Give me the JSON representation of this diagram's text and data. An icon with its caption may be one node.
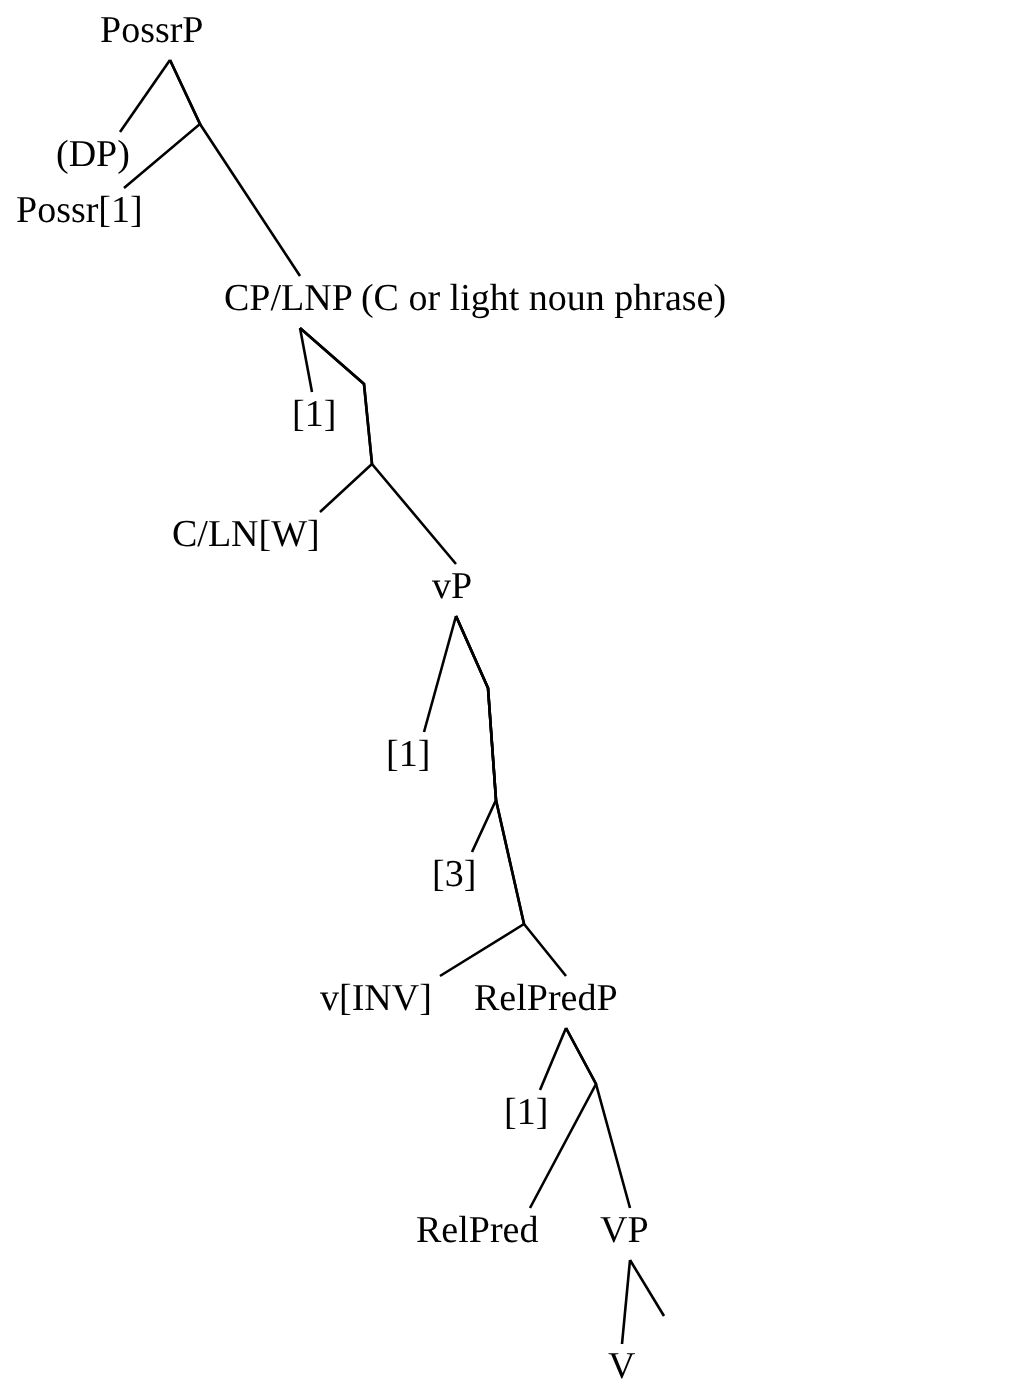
{
  "diagram": {
    "nodes": [
      {
        "text": [
          "PossrP"
        ]
      },
      {
        "text": [
          "(DP)"
        ]
      },
      {
        "text": [
          "Possr[1]"
        ]
      },
      {
        "text": [
          "CP/LNP (C or light noun phrase)"
        ]
      },
      {
        "text": [
          "[1]"
        ]
      },
      {
        "text": [
          "C/LN[W]"
        ]
      },
      {
        "text": [
          "vP"
        ]
      },
      {
        "text": [
          "[1]"
        ]
      },
      {
        "text": [
          "[3]"
        ]
      },
      {
        "text": [
          "v[INV]"
        ]
      },
      {
        "text": [
          "RelPredP"
        ]
      },
      {
        "text": [
          "[1]"
        ]
      },
      {
        "text": [
          "RelPred"
        ]
      },
      {
        "text": [
          "VP"
        ]
      },
      {
        "text": [
          "V"
        ]
      }
    ],
    "edges": [
      {
        "from": 0,
        "to": 1,
        "arrow": "none"
      },
      {
        "from": 0,
        "to": 2,
        "arrow": "none"
      },
      {
        "from": 0,
        "to": 3,
        "arrow": "none"
      },
      {
        "from": 3,
        "to": 4,
        "arrow": "none"
      },
      {
        "from": 3,
        "to": 5,
        "arrow": "none"
      },
      {
        "from": 3,
        "to": 6,
        "arrow": "none"
      },
      {
        "from": 6,
        "to": 7,
        "arrow": "none"
      },
      {
        "from": 6,
        "to": 8,
        "arrow": "none"
      },
      {
        "from": 6,
        "to": 9,
        "arrow": "none"
      },
      {
        "from": 6,
        "to": 10,
        "arrow": "none"
      },
      {
        "from": 10,
        "to": 11,
        "arrow": "none"
      },
      {
        "from": 10,
        "to": 12,
        "arrow": "none"
      },
      {
        "from": 10,
        "to": 13,
        "arrow": "none"
      },
      {
        "from": 13,
        "to": 14,
        "arrow": "none"
      },
      {
        "from": 13,
        "to": null,
        "arrow": "none"
      }
    ]
  }
}
